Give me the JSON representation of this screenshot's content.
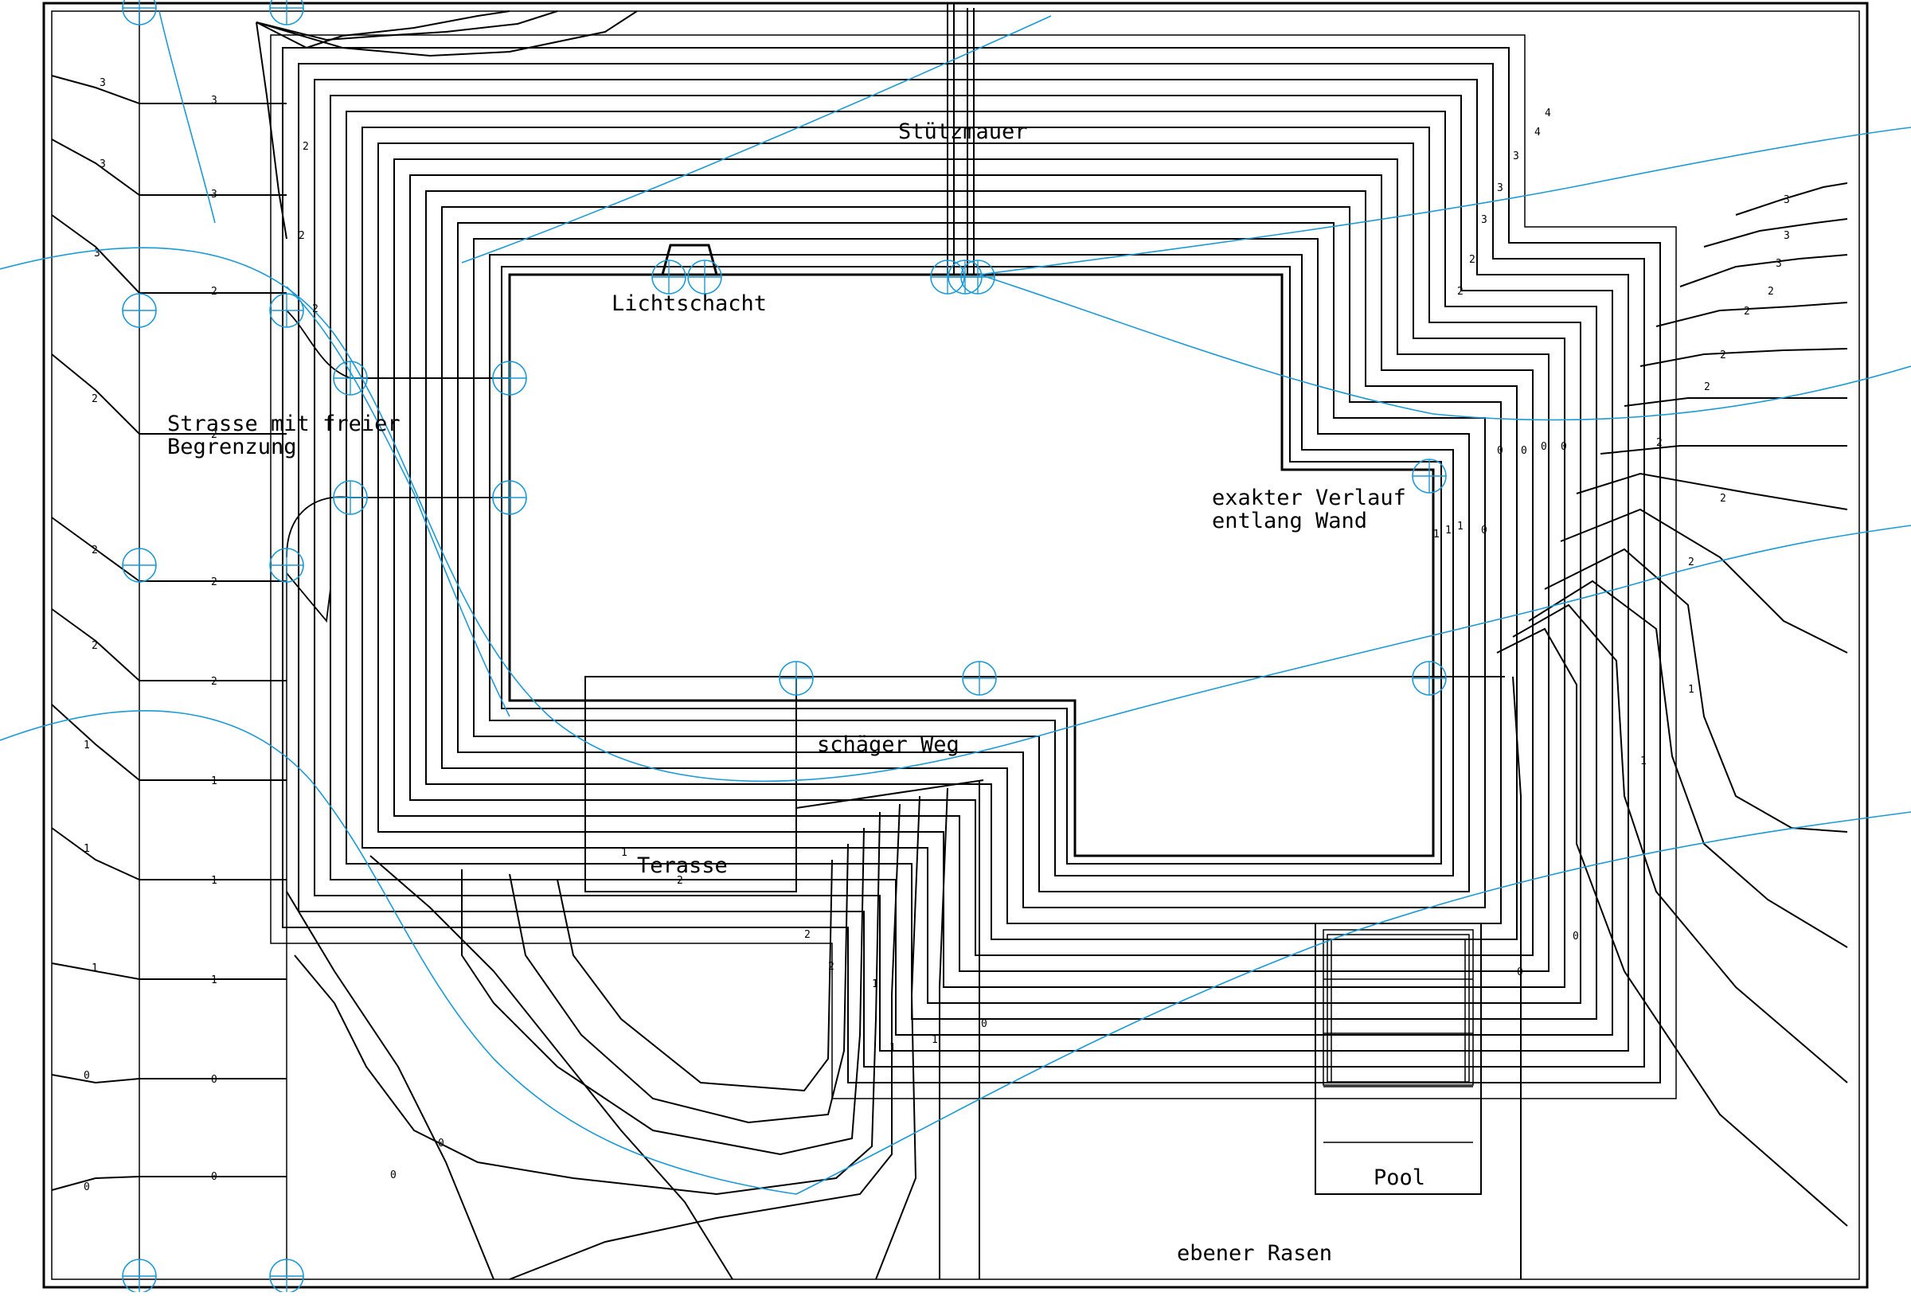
{
  "labels": {
    "stuetzmauer": "Stützmauer",
    "lichtschacht": "Lichtschacht",
    "strasse_line1": "Strasse mit freier",
    "strasse_line2": "Begrenzung",
    "verlauf_line1": "exakter Verlauf",
    "verlauf_line2": "entlang Wand",
    "weg": "schäger Weg",
    "terasse": "Terasse",
    "pool": "Pool",
    "rasen": "ebener Rasen"
  },
  "contour_numbers": [
    "3",
    "2",
    "1",
    "0",
    "4"
  ],
  "colors": {
    "lines": "#000000",
    "construction": "#1a9ad6",
    "background": "#ffffff"
  }
}
